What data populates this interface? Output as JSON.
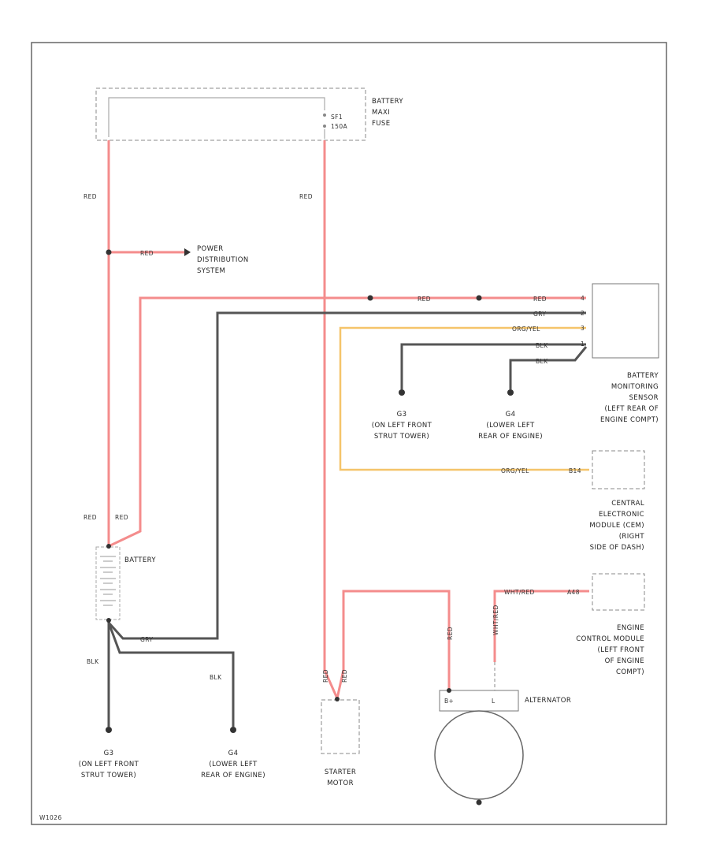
{
  "components": {
    "maxi_fuse": {
      "label": [
        "BATTERY",
        "MAXI",
        "FUSE"
      ],
      "id": [
        "SF1",
        "150A"
      ]
    },
    "power_dist": {
      "label": [
        "POWER",
        "DISTRIBUTION",
        "SYSTEM"
      ]
    },
    "bms": {
      "label": [
        "BATTERY",
        "MONITORING",
        "SENSOR",
        "(LEFT REAR OF",
        "ENGINE COMPT)"
      ]
    },
    "cem": {
      "label": [
        "CENTRAL",
        "ELECTRONIC",
        "MODULE (CEM)",
        "(RIGHT",
        "SIDE OF DASH)"
      ]
    },
    "ecm": {
      "label": [
        "ENGINE",
        "CONTROL MODULE",
        "(LEFT FRONT",
        "OF ENGINE",
        "COMPT)"
      ]
    },
    "battery": {
      "label": "BATTERY"
    },
    "alternator": {
      "label": "ALTERNATOR",
      "terminals": [
        "B+",
        "L"
      ]
    },
    "starter": {
      "label": [
        "STARTER",
        "MOTOR"
      ]
    }
  },
  "grounds": {
    "g3_top": {
      "id": "G3",
      "label": [
        "(ON LEFT FRONT",
        "STRUT TOWER)"
      ]
    },
    "g4_top": {
      "id": "G4",
      "label": [
        "(LOWER LEFT",
        "REAR OF ENGINE)"
      ]
    },
    "g3_bot": {
      "id": "G3",
      "label": [
        "(ON LEFT FRONT",
        "STRUT TOWER)"
      ]
    },
    "g4_bot": {
      "id": "G4",
      "label": [
        "(LOWER LEFT",
        "REAR OF ENGINE)"
      ]
    }
  },
  "wires": {
    "red": "RED",
    "blk": "BLK",
    "gry": "GRY",
    "org_yel": "ORG/YEL",
    "wht_red": "WHT/RED",
    "bms_pins": [
      "4",
      "2",
      "3",
      "1"
    ],
    "cem_pin": "B14",
    "ecm_pin": "A48"
  },
  "footer": {
    "code": "W1026"
  },
  "colors": {
    "red_wire": "#f48c8c",
    "black_wire": "#555555",
    "orange_wire": "#f5c46a"
  }
}
